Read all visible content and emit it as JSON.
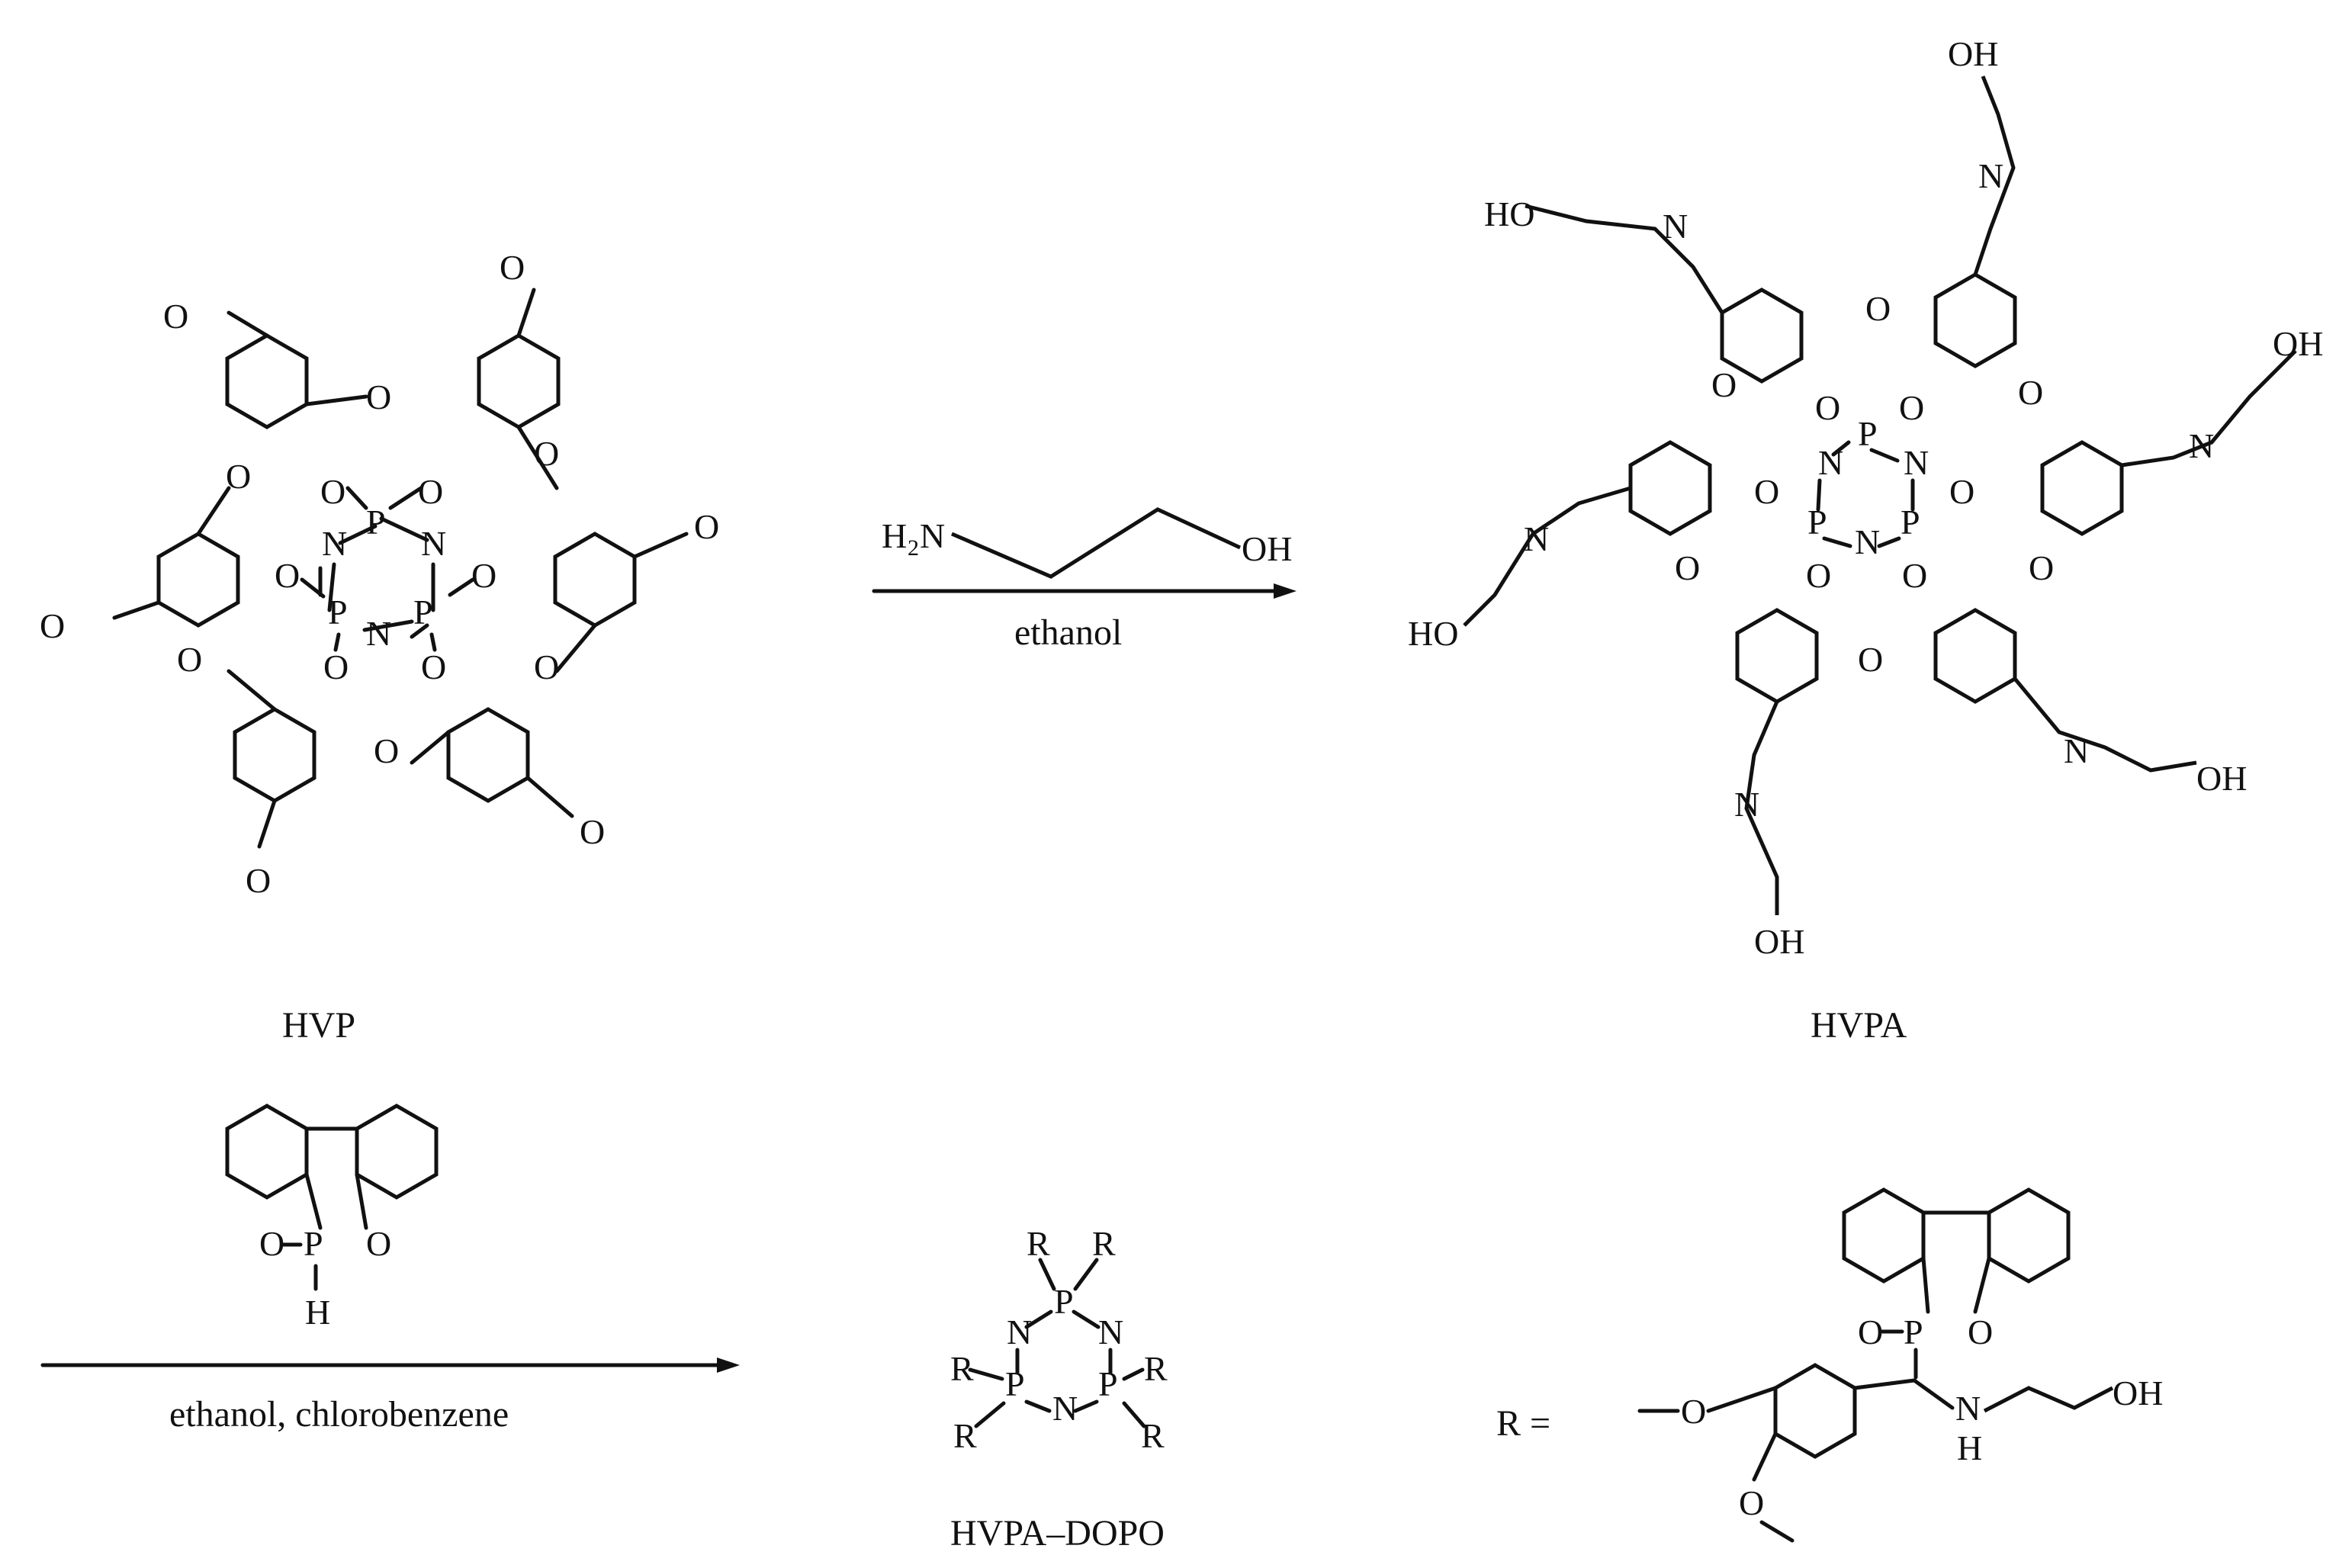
{
  "atoms": {
    "o": "O",
    "n": "N",
    "p": "P",
    "h": "H",
    "r": "R",
    "oh": "OH",
    "ho": "HO",
    "h2n_h": "H",
    "h2n_sub": "2",
    "h2n_n": "N"
  },
  "reagents": {
    "step1_reagent": "H2N–CH2CH2–OH (ethanolamine)",
    "step1_conditions": "ethanol",
    "step2_reagent": "DOPO",
    "step2_conditions": "ethanol, chlorobenzene"
  },
  "compounds": {
    "hvp": "HVP",
    "hvpa": "HVPA",
    "hvpa_dopo": "HVPA–DOPO"
  },
  "r_definition": "R ="
}
